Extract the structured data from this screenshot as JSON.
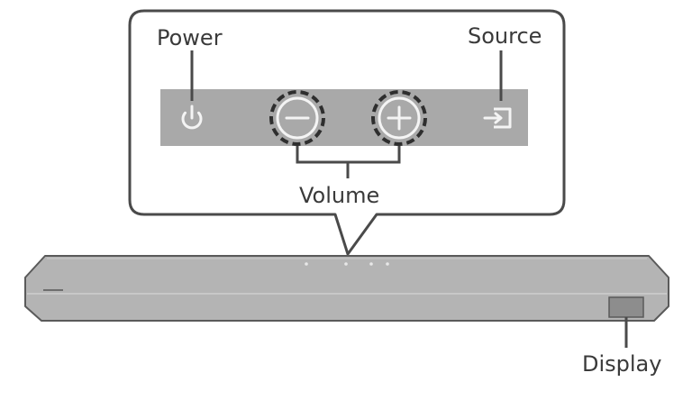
{
  "labels": {
    "power": "Power",
    "source": "Source",
    "volume": "Volume",
    "display": "Display"
  },
  "icons": {
    "power": "power-icon",
    "volume_down": "minus-icon",
    "volume_up": "plus-icon",
    "source": "input-source-icon"
  },
  "colors": {
    "panel": "#a9a9a9",
    "outline": "#4a4a4a",
    "soundbar": "#b4b4b4",
    "display_window": "#8d8d8d",
    "icon": "#f4f4f4",
    "text": "#3a3a3a"
  }
}
